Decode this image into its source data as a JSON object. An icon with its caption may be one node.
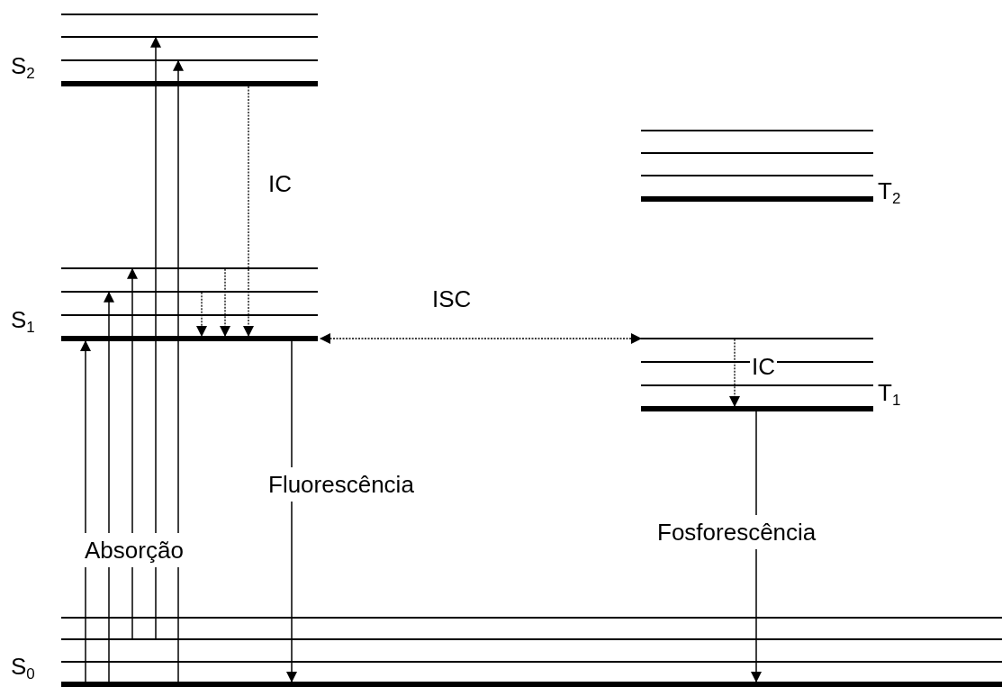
{
  "diagram": {
    "nodes": [
      {
        "text": [
          "S$_{2}$"
        ]
      },
      {
        "text": [],
        "shape": "bar",
        "in": 0
      },
      {
        "text": [],
        "shape": "bar",
        "in": 0
      },
      {
        "text": [],
        "shape": "bar",
        "in": 0
      },
      {
        "text": [],
        "shape": "bar",
        "in": 0
      },
      {
        "text": [
          "T$_{2}$"
        ]
      },
      {
        "text": [],
        "shape": "bar",
        "in": 5
      },
      {
        "text": [],
        "shape": "bar",
        "in": 5
      },
      {
        "text": [],
        "shape": "bar",
        "in": 5
      },
      {
        "text": [],
        "shape": "bar",
        "in": 5
      },
      {
        "text": [
          "S$_{1}$"
        ]
      },
      {
        "text": [],
        "shape": "bar",
        "in": 10
      },
      {
        "text": [],
        "shape": "bar",
        "in": 10
      },
      {
        "text": [],
        "shape": "bar",
        "in": 10
      },
      {
        "text": [],
        "shape": "bar",
        "in": 10
      },
      {
        "text": [
          "T$_{1}$"
        ]
      },
      {
        "text": [],
        "shape": "bar",
        "in": 15
      },
      {
        "text": [],
        "shape": "bar",
        "in": 15
      },
      {
        "text": [],
        "shape": "bar",
        "in": 15
      },
      {
        "text": [],
        "shape": "bar",
        "in": 15
      },
      {
        "text": [
          "S$_{0}$"
        ]
      },
      {
        "text": [],
        "shape": "bar",
        "in": 20
      },
      {
        "text": [],
        "shape": "bar",
        "in": 20
      },
      {
        "text": [],
        "shape": "bar",
        "in": 20
      },
      {
        "text": [],
        "shape": "bar",
        "in": 20
      }
    ],
    "edges": [
      {
        "from": 24,
        "to": 14,
        "arrow": "to"
      },
      {
        "from": 24,
        "to": 12,
        "arrow": "to"
      },
      {
        "from": 22,
        "to": 11,
        "arrow": "to"
      },
      {
        "from": 22,
        "to": 2,
        "arrow": "to"
      },
      {
        "from": 24,
        "to": 3,
        "arrow": "to"
      },
      {
        "from": 4,
        "to": 14,
        "arrow": "to",
        "style": "dashed",
        "label": "IC"
      },
      {
        "from": 12,
        "to": 14,
        "arrow": "to",
        "style": "dashed"
      },
      {
        "from": 11,
        "to": 14,
        "arrow": "to",
        "style": "dashed"
      },
      {
        "from": 14,
        "to": 24,
        "arrow": "to",
        "label": "Fluorescência"
      },
      {
        "from": 10,
        "to": 15,
        "arrow": "both",
        "style": "dashed",
        "label": "ISC"
      },
      {
        "from": 16,
        "to": 19,
        "arrow": "to",
        "style": "dashed",
        "label": "IC"
      },
      {
        "from": 19,
        "to": 24,
        "arrow": "to",
        "label": "Fosforescência"
      }
    ],
    "labels": [
      "Absorção"
    ]
  }
}
